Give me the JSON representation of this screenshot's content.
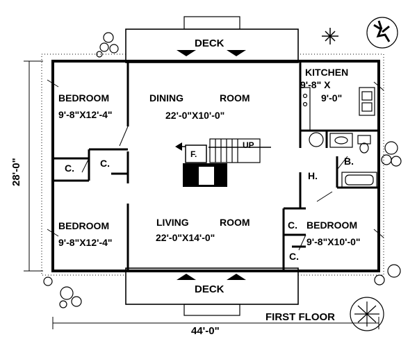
{
  "floor_label": "FIRST FLOOR",
  "overall": {
    "width": "44'-0\"",
    "depth": "28'-0\""
  },
  "decks": {
    "top": "DECK",
    "bottom": "DECK"
  },
  "rooms": {
    "bedroom_nw": {
      "name": "BEDROOM",
      "size": "9'-8\"X12'-4\""
    },
    "bedroom_sw": {
      "name": "BEDROOM",
      "size": "9'-8\"X12'-4\""
    },
    "dining": {
      "name_a": "DINING",
      "name_b": "ROOM",
      "size": "22'-0\"X10'-0\""
    },
    "living": {
      "name_a": "LIVING",
      "name_b": "ROOM",
      "size": "22'-0\"X14'-0\""
    },
    "kitchen": {
      "name": "KITCHEN",
      "size_a": "9'-8\" X",
      "size_b": "9'-0\""
    },
    "bedroom_se": {
      "name": "BEDROOM",
      "size": "9'-8\"X10'-0\""
    }
  },
  "closets": {
    "c1": "C.",
    "c2": "C.",
    "c3": "C.",
    "c4": "C."
  },
  "fireplace_label": "F.",
  "stair_label": "UP",
  "bath_label": "B.",
  "hall_label": "H."
}
